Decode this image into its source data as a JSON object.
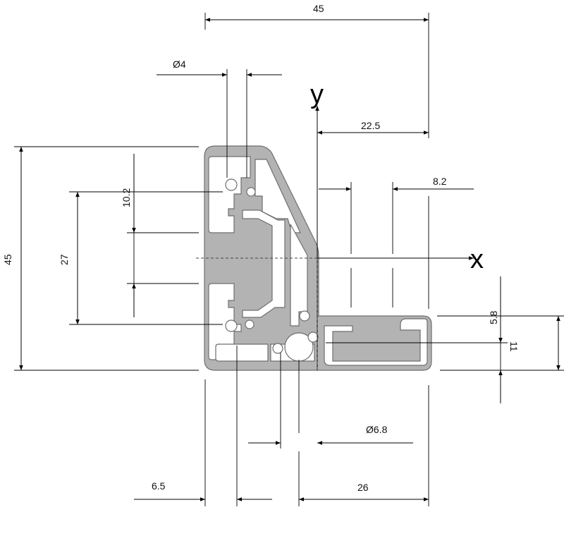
{
  "axes": {
    "x_label": "x",
    "y_label": "y"
  },
  "dimensions": {
    "top_width": "45",
    "left_height": "45",
    "bore_small": "Ø4",
    "half_width": "22.5",
    "slot_spacing": "8.2",
    "pitch_vertical": "10.2",
    "center_distance": "27",
    "slot_depth": "5.8",
    "flange_thickness": "11",
    "bore_large": "Ø6.8",
    "left_offset": "6.5",
    "flange_width": "26"
  },
  "colors": {
    "profile_fill": "#b3b3b3",
    "profile_stroke": "#6e6e6e",
    "line": "#000000"
  }
}
